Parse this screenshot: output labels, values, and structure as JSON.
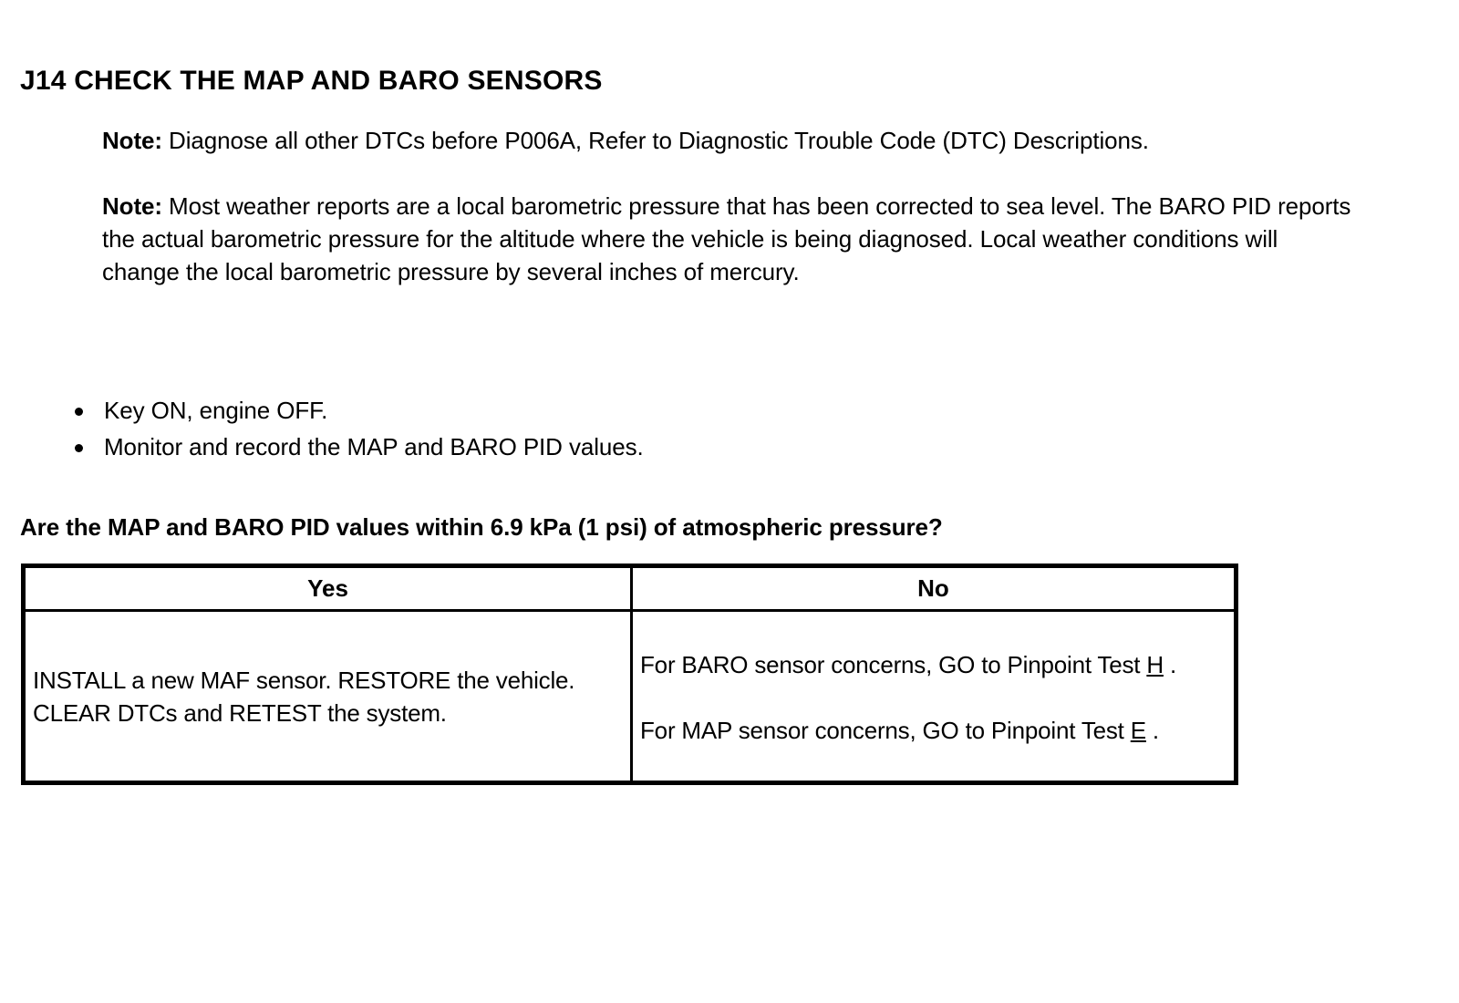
{
  "document": {
    "title": "J14 CHECK THE MAP AND BARO SENSORS",
    "notes": [
      {
        "label": "Note:",
        "text": " Diagnose all other DTCs before P006A, Refer to Diagnostic Trouble Code (DTC) Descriptions."
      },
      {
        "label": "Note:",
        "text": " Most weather reports are a local barometric pressure that has been corrected to sea level. The BARO PID reports the actual barometric pressure for the altitude where the vehicle is being diagnosed. Local weather conditions will change the local barometric pressure by several inches of mercury."
      }
    ],
    "steps": [
      "Key ON, engine OFF.",
      "Monitor and record the MAP and BARO PID values."
    ],
    "question": "Are the MAP and BARO PID values within 6.9 kPa (1 psi) of atmospheric pressure?",
    "table": {
      "headers": [
        "Yes",
        "No"
      ],
      "yes_cell": "INSTALL a new MAF sensor. RESTORE the vehicle. CLEAR DTCs and RETEST the system.",
      "no_cell": [
        {
          "prefix": "For BARO sensor concerns, GO to Pinpoint Test ",
          "reference": "H",
          "suffix": " ."
        },
        {
          "prefix": "For MAP sensor concerns, GO to Pinpoint Test ",
          "reference": "E",
          "suffix": " ."
        }
      ]
    },
    "colors": {
      "text": "#000000",
      "background": "#ffffff",
      "border": "#000000"
    }
  }
}
